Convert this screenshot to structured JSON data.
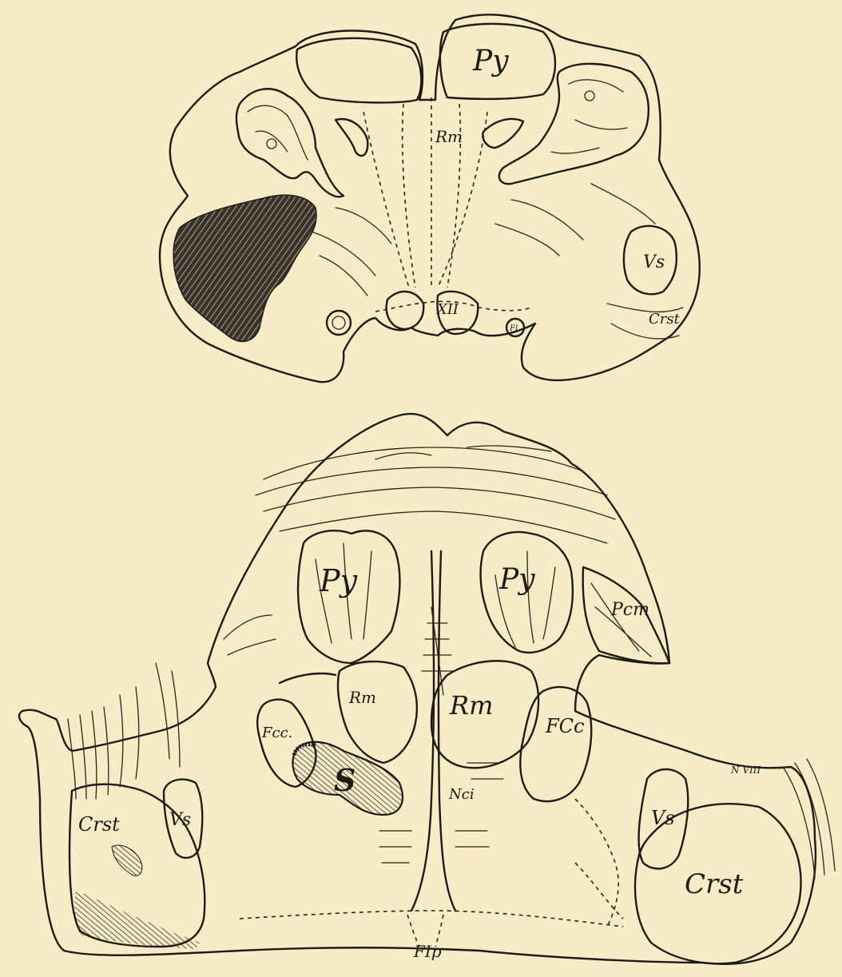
{
  "upper_section": {
    "labels": {
      "py": "Py",
      "rm": "Rm",
      "xii": "XII",
      "vs": "Vs",
      "crst": "Crst",
      "fl": "Fl"
    }
  },
  "lower_section": {
    "labels": {
      "py_left": "Py",
      "py_right": "Py",
      "pcm": "Pcm",
      "rm_left": "Rm",
      "rm_right": "Rm",
      "fcc_left": "Fcc.",
      "fcc_right": "FCc",
      "s": "S",
      "nci": "Nci",
      "n_viii": "N VIII",
      "vs_left": "Vs",
      "vs_right": "Vs",
      "crst_left": "Crst",
      "crst_right": "Crst",
      "flp": "FIp"
    }
  },
  "colors": {
    "paper": "#f6ecc6",
    "ink": "#1e1a16"
  }
}
